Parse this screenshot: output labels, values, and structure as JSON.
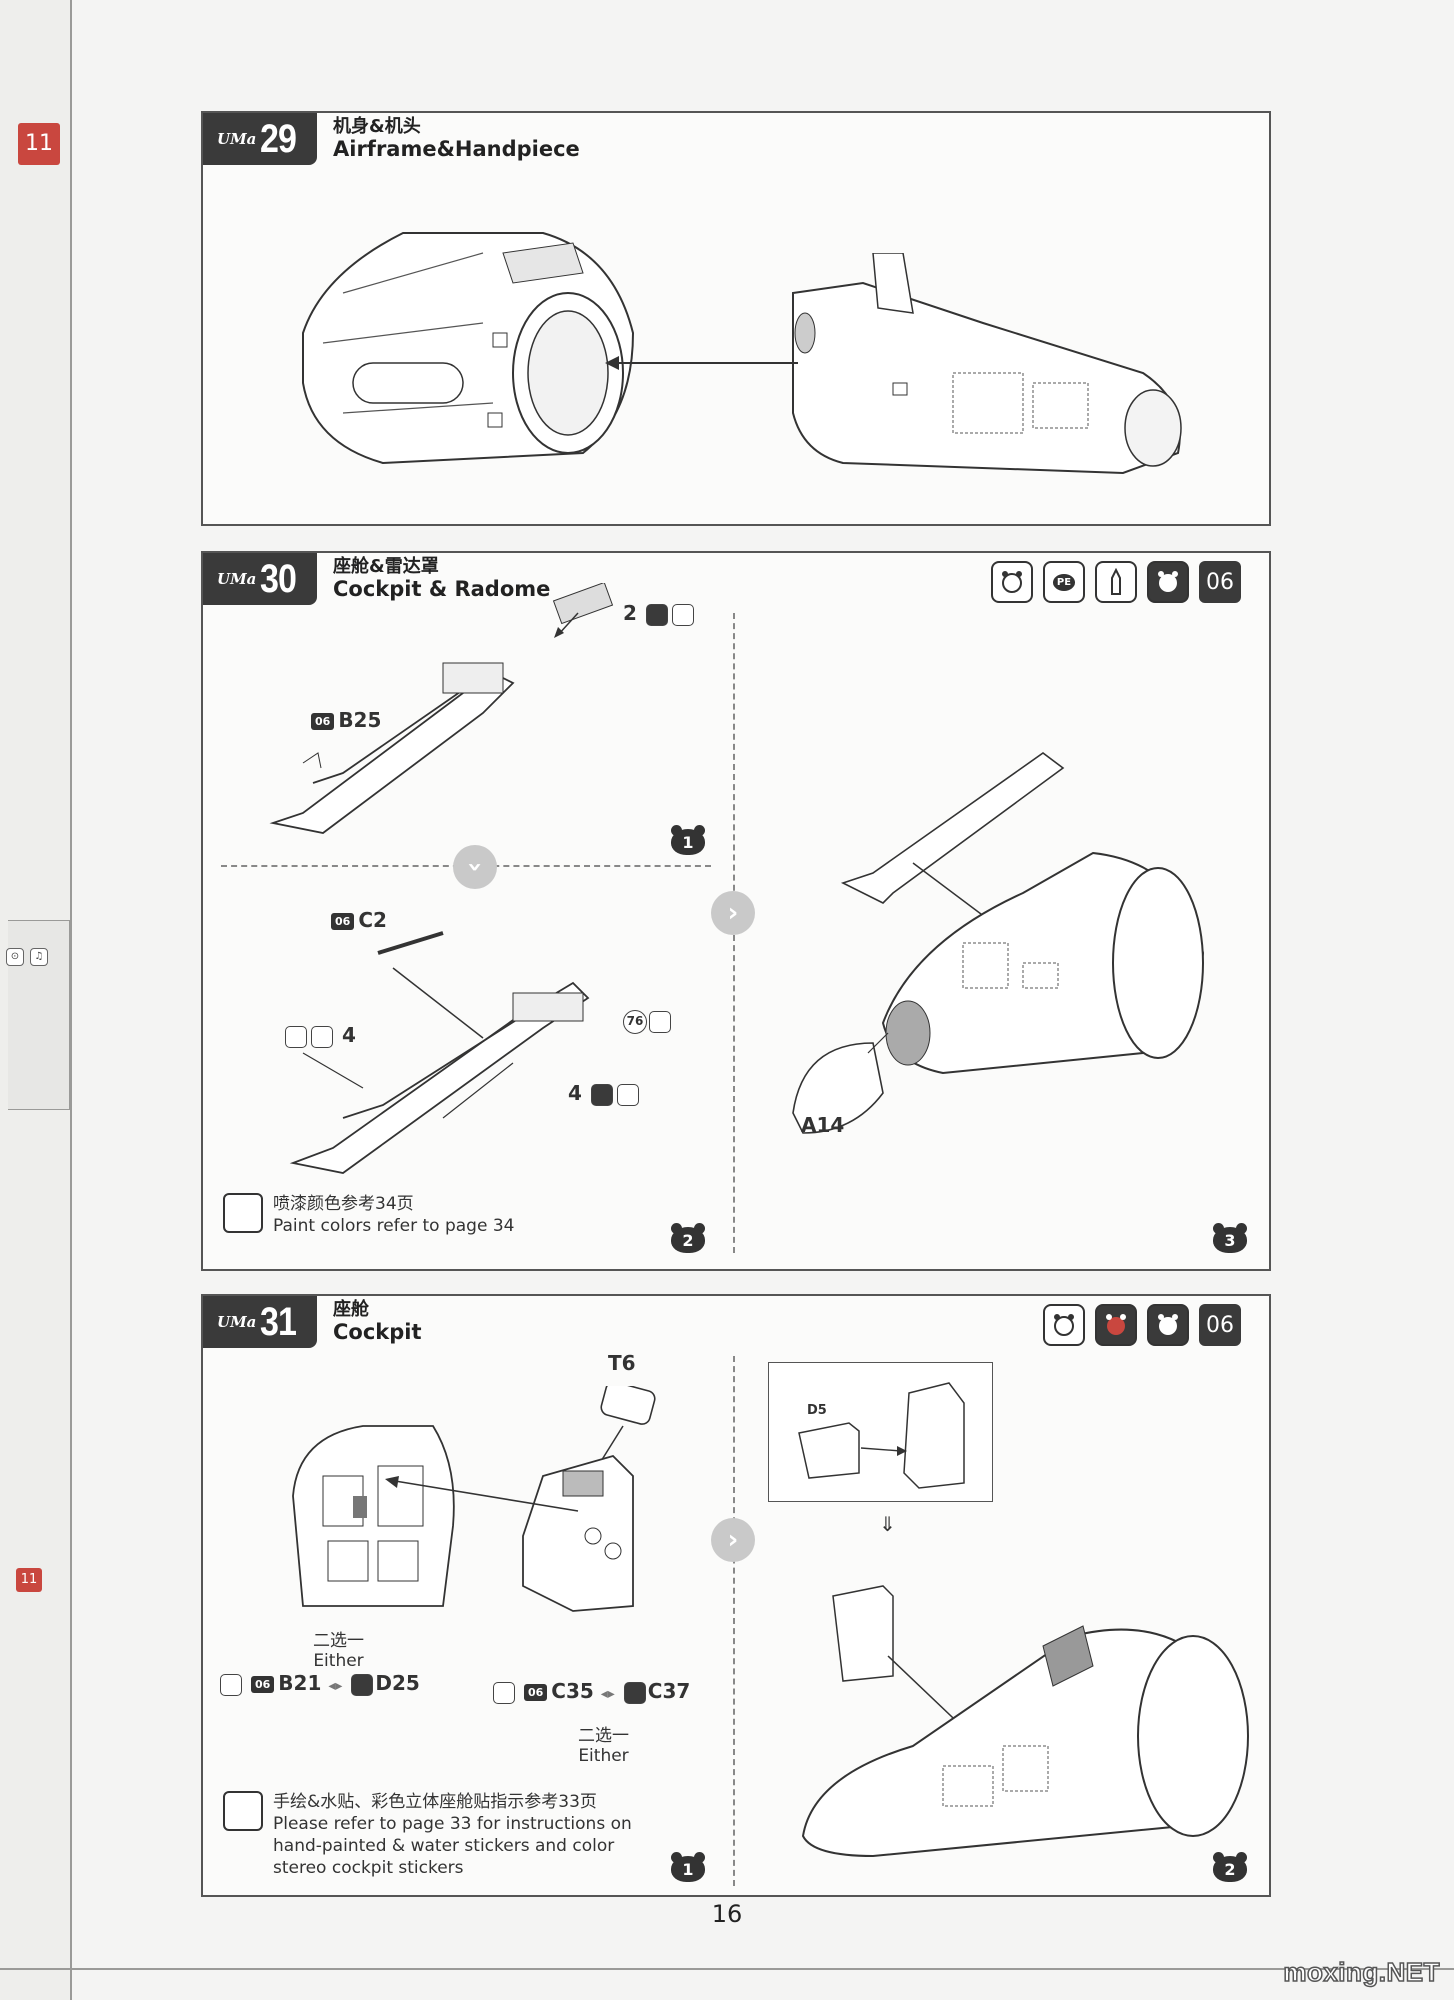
{
  "sidebar": {
    "chapter_tab": "11",
    "chapter_tab_small": "11"
  },
  "page_number": "16",
  "watermark": "moxing.NET",
  "step29": {
    "brand": "UMa",
    "number": "29",
    "title_cn": "机身&机头",
    "title_en": "Airframe&Handpiece"
  },
  "step30": {
    "brand": "UMa",
    "number": "30",
    "title_cn": "座舱&雷达罩",
    "title_en": "Cockpit & Radome",
    "icons": [
      "glue-icon",
      "pe-icon",
      "paint-bottle-icon",
      "paint-cut-icon"
    ],
    "icon_pe_label": "PE",
    "sprue_badge": "06",
    "parts": {
      "b25_tag": "06",
      "b25": "B25",
      "c2_tag": "06",
      "c2": "C2",
      "a14": "A14",
      "pe_count_top": "2",
      "paint_count_left": "4",
      "paint_count_right": "4",
      "paint_ref": "76"
    },
    "substeps": [
      "1",
      "2",
      "3"
    ],
    "note_cn": "喷漆颜色参考34页",
    "note_en": "Paint colors refer to page 34"
  },
  "step31": {
    "brand": "UMa",
    "number": "31",
    "title_cn": "座舱",
    "title_en": "Cockpit",
    "icons": [
      "glue-icon",
      "decal-icon",
      "paint-cut-icon"
    ],
    "sprue_badge": "06",
    "parts": {
      "t6": "T6",
      "d5": "D5",
      "either_cn_1": "二选一",
      "either_en_1": "Either",
      "b21_tag": "06",
      "b21": "B21",
      "d25": "D25",
      "c35_tag": "06",
      "c35": "C35",
      "c37": "C37",
      "either_cn_2": "二选一",
      "either_en_2": "Either"
    },
    "substeps": [
      "1",
      "2"
    ],
    "note_cn": "手绘&水贴、彩色立体座舱贴指示参考33页",
    "note_en_1": "Please refer to page 33 for instructions on",
    "note_en_2": "hand-painted & water stickers and color",
    "note_en_3": "stereo cockpit stickers"
  }
}
